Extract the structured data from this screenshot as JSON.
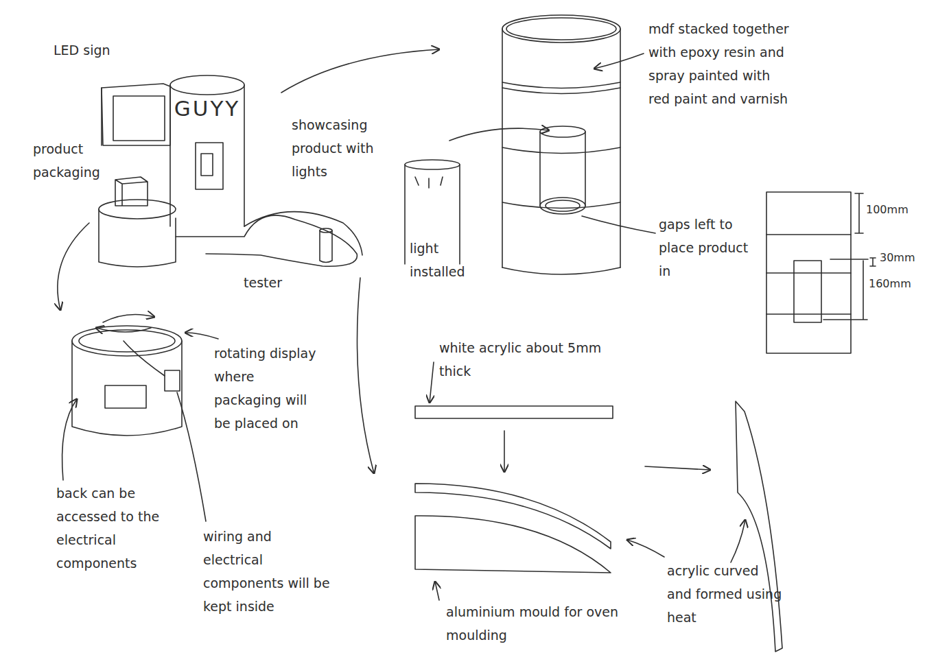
{
  "diagram": {
    "nodes": [
      {
        "text": [
          "GUYY"
        ]
      }
    ],
    "labels": [
      "LED sign",
      "product packaging",
      "showcasing product with lights",
      "tester",
      "mdf stacked together with epoxy resin and spray painted with red paint and varnish",
      "light installed",
      "gaps left to place product in",
      "100mm",
      "30mm",
      "160mm",
      "rotating display where packaging will be placed on",
      "back can be accessed to the electrical components",
      "wiring and electrical components will be kept inside",
      "white acrylic about 5mm thick",
      "aluminium mould for oven moulding",
      "acrylic curved and formed using heat"
    ]
  }
}
